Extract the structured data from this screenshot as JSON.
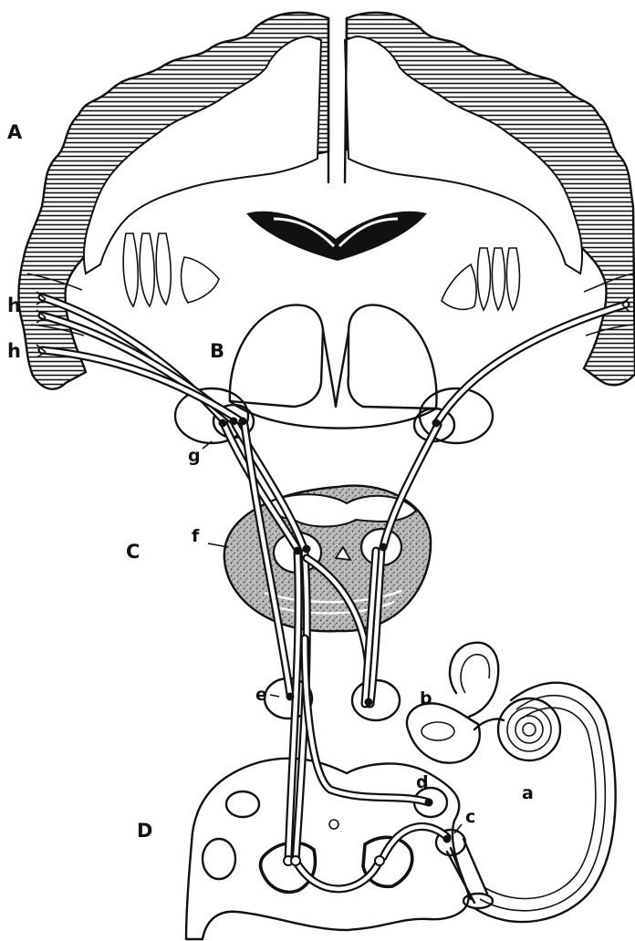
{
  "labels": {
    "A": "A",
    "B": "B",
    "C": "C",
    "D": "D",
    "a": "a",
    "b": "b",
    "c": "c",
    "d": "d",
    "e": "e",
    "f": "f",
    "g": "g",
    "h_upper": "h",
    "h_lower": "h"
  },
  "colors": {
    "ink": "#111111",
    "paper": "#ffffff",
    "stipple": "#6b6b6b"
  }
}
